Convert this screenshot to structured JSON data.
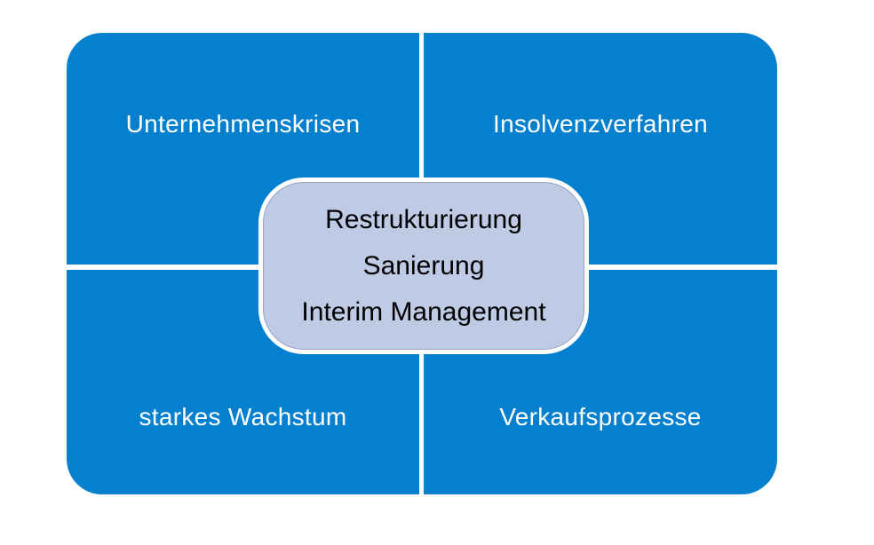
{
  "diagram": {
    "quadrants": [
      {
        "id": "top-left",
        "label": "Unternehmenskrisen"
      },
      {
        "id": "top-right",
        "label": "Insolvenzverfahren"
      },
      {
        "id": "bottom-left",
        "label": "starkes Wachstum"
      },
      {
        "id": "bottom-right",
        "label": "Verkaufsprozesse"
      }
    ],
    "center": {
      "lines": [
        "Restrukturierung",
        "Sanierung",
        "Interim Management"
      ]
    },
    "colors": {
      "quadrant_fill": "#0480CE",
      "quadrant_text": "#FFFFFF",
      "center_fill": "#BFCBE5",
      "center_stroke": "#96A1BC",
      "center_ring": "#FFFFFF",
      "center_text": "#000000",
      "background": "#FFFFFF"
    }
  }
}
